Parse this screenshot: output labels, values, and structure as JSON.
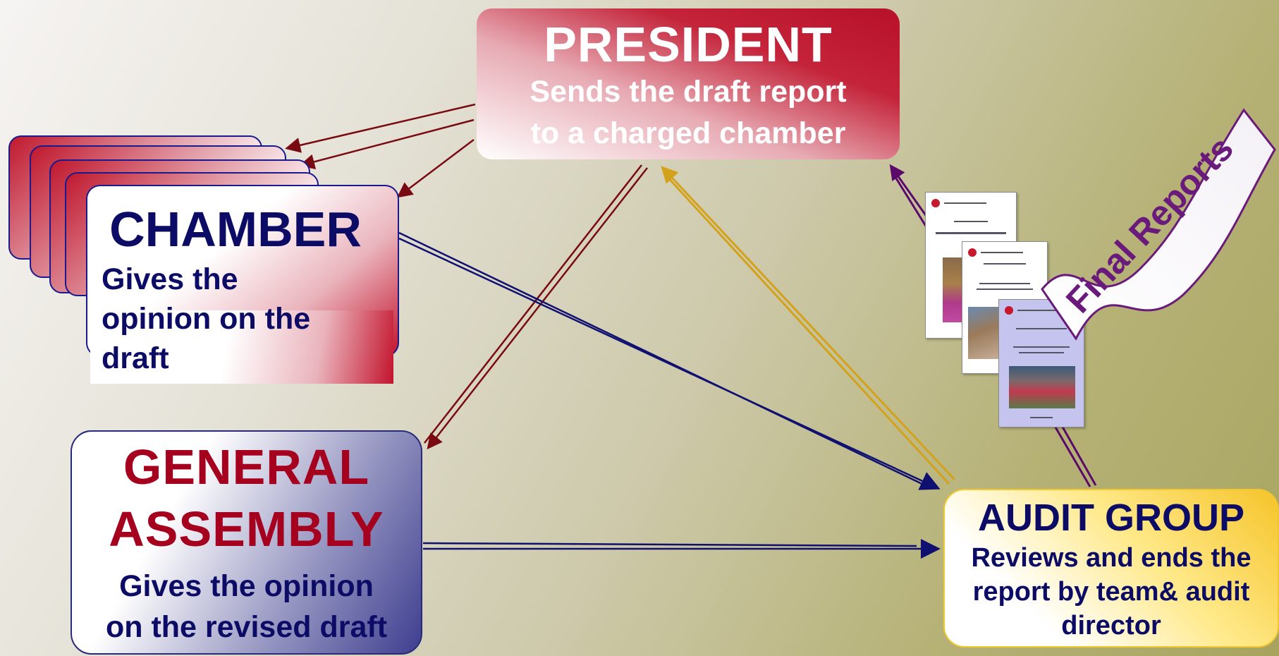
{
  "president": {
    "title": "PRESIDENT",
    "subtitle_line1": "Sends the draft report",
    "subtitle_line2": "to a charged chamber"
  },
  "chamber": {
    "title": "CHAMBER",
    "subtitle_line1": "Gives the",
    "subtitle_line2": "opinion on the",
    "subtitle_line3": "draft"
  },
  "general_assembly": {
    "title_line1": "GENERAL",
    "title_line2": "ASSEMBLY",
    "subtitle_line1": "Gives the opinion",
    "subtitle_line2": "on the revised draft"
  },
  "audit_group": {
    "title": "AUDIT GROUP",
    "subtitle_line1": "Reviews and ends the",
    "subtitle_line2": "report by team& audit",
    "subtitle_line3": "director"
  },
  "final_reports": {
    "label": "Final Reports"
  },
  "colors": {
    "dark_red_arrow": "#7a0a12",
    "navy_arrow": "#101070",
    "gold_arrow": "#d4a21a",
    "purple_arrow": "#5a0a6a",
    "ribbon_text": "#6a1a7a"
  }
}
